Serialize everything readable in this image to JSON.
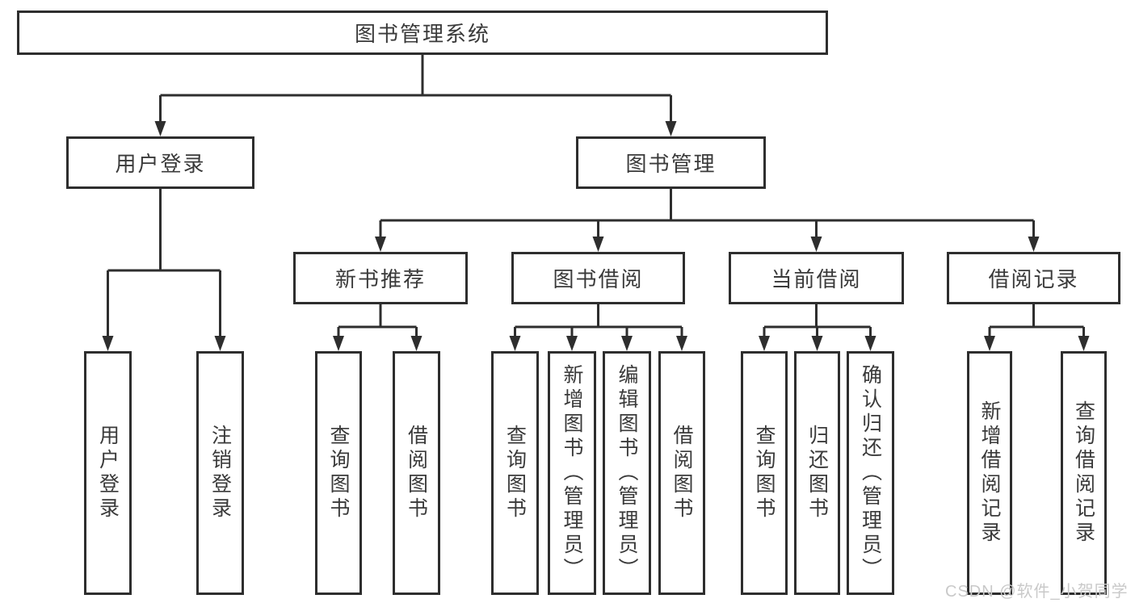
{
  "diagram": {
    "type": "tree",
    "root": {
      "label": "图书管理系统",
      "children": [
        {
          "label": "用户登录",
          "children": [
            {
              "label": "用户登录"
            },
            {
              "label": "注销登录"
            }
          ]
        },
        {
          "label": "图书管理",
          "children": [
            {
              "label": "新书推荐",
              "children": [
                {
                  "label": "查询图书"
                },
                {
                  "label": "借阅图书"
                }
              ]
            },
            {
              "label": "图书借阅",
              "children": [
                {
                  "label": "查询图书"
                },
                {
                  "label": "新增图书（管理员）"
                },
                {
                  "label": "编辑图书（管理员）"
                },
                {
                  "label": "借阅图书"
                }
              ]
            },
            {
              "label": "当前借阅",
              "children": [
                {
                  "label": "查询图书"
                },
                {
                  "label": "归还图书"
                },
                {
                  "label": "确认归还（管理员）"
                }
              ]
            },
            {
              "label": "借阅记录",
              "children": [
                {
                  "label": "新增借阅记录"
                },
                {
                  "label": "查询借阅记录"
                }
              ]
            }
          ]
        }
      ]
    }
  },
  "watermark": {
    "text": "CSDN @软件_小贺同学",
    "color": "#c9c9c9"
  },
  "style": {
    "line_color": "#2e2e2e",
    "border_color": "#2e2e2e",
    "text_color": "#3a3a3a",
    "background_color": "#ffffff"
  }
}
